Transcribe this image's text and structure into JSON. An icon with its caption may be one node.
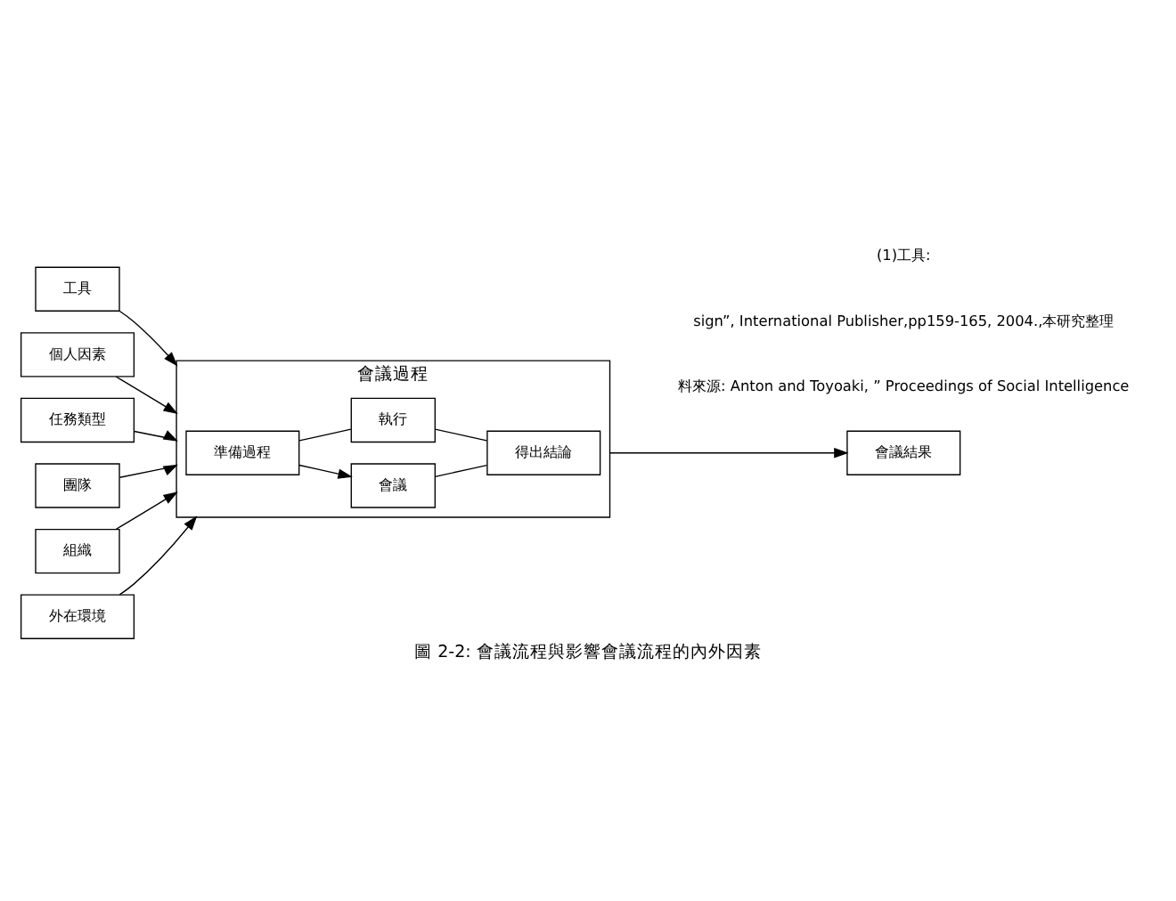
{
  "diagram": {
    "title": "圖 2-2: 會議流程與影響會議流程的內外因素",
    "nodes": [
      {
        "text": [
          "工具"
        ]
      },
      {
        "text": [
          "個人因素"
        ]
      },
      {
        "text": [
          "任務類型"
        ]
      },
      {
        "text": [
          "團隊"
        ]
      },
      {
        "text": [
          "組織"
        ]
      },
      {
        "text": [
          "外在環境"
        ]
      },
      {
        "text": [
          "會議過程"
        ]
      },
      {
        "text": [
          "會議"
        ],
        "in": 6
      },
      {
        "text": [
          "準備過程"
        ],
        "in": 6
      },
      {
        "text": [
          "得出結論"
        ],
        "in": 6
      },
      {
        "text": [
          "執行"
        ],
        "in": 6
      },
      {
        "text": [
          "會議結果"
        ]
      }
    ],
    "edges": [
      {
        "from": 0,
        "to": 6,
        "arrow": "to"
      },
      {
        "from": 1,
        "to": 6,
        "arrow": "to"
      },
      {
        "from": 2,
        "to": 6,
        "arrow": "to"
      },
      {
        "from": 3,
        "to": 6,
        "arrow": "to"
      },
      {
        "from": 4,
        "to": 6,
        "arrow": "to"
      },
      {
        "from": 5,
        "to": 6,
        "arrow": "to"
      },
      {
        "from": 8,
        "to": 7,
        "arrow": "to"
      },
      {
        "from": 7,
        "to": 9,
        "arrow": "none"
      },
      {
        "from": 9,
        "to": 10,
        "arrow": "none"
      },
      {
        "from": 10,
        "to": 8,
        "arrow": "none"
      },
      {
        "from": 6,
        "to": 11,
        "arrow": "to"
      }
    ],
    "labels": [
      "料來源: Anton and Toyoaki, ” Proceedings of Social Intelligence",
      "sign”, International Publisher,pp159-165, 2004.,本研究整理",
      "(1)工具:"
    ]
  }
}
